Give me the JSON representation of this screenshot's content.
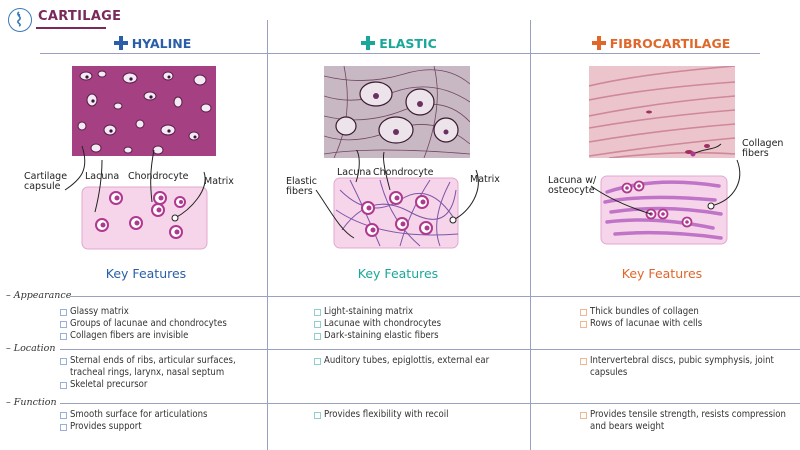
{
  "header": {
    "title": "CARTILAGE"
  },
  "colors": {
    "hyaline": "#2a5ea8",
    "elastic": "#1aa79a",
    "fibro": "#e0662a",
    "title": "#7a2a5a",
    "pink_box": "#f6d5ea",
    "cell": "#b0388e"
  },
  "icons": {
    "logo": "cartilage-logo-icon",
    "plus": "plus-icon",
    "bullet": "bullet-square-icon"
  },
  "columns": [
    {
      "name": "HYALINE",
      "labels": {
        "capsule": "Cartilage capsule",
        "lacuna": "Lacuna",
        "chondrocyte": "Chondrocyte",
        "matrix": "Matrix"
      },
      "key_features": "Key Features",
      "appearance": [
        "Glassy matrix",
        "Groups of lacunae and chondrocytes",
        "Collagen fibers are invisible"
      ],
      "location": [
        "Sternal ends of ribs, articular surfaces, tracheal rings, larynx, nasal septum",
        "Skeletal precursor"
      ],
      "function": [
        "Smooth surface for articulations",
        "Provides support"
      ]
    },
    {
      "name": "ELASTIC",
      "labels": {
        "fibers": "Elastic fibers",
        "lacuna": "Lacuna",
        "chondrocyte": "Chondrocyte",
        "matrix": "Matrix"
      },
      "key_features": "Key Features",
      "appearance": [
        "Light-staining matrix",
        "Lacunae with chondrocytes",
        "Dark-staining elastic fibers"
      ],
      "location": [
        "Auditory tubes, epiglottis, external ear"
      ],
      "function": [
        "Provides flexibility with recoil"
      ]
    },
    {
      "name": "FIBROCARTILAGE",
      "labels": {
        "lacuna": "Lacuna w/ osteocyte",
        "collagen": "Collagen fibers"
      },
      "key_features": "Key Features",
      "appearance": [
        "Thick bundles of collagen",
        "Rows of lacunae with cells"
      ],
      "location": [
        "Intervertebral discs, pubic symphysis, joint capsules"
      ],
      "function": [
        "Provides tensile strength, resists compression and bears weight"
      ]
    }
  ],
  "sections": {
    "appearance": "Appearance",
    "location": "Location",
    "function": "Function"
  }
}
